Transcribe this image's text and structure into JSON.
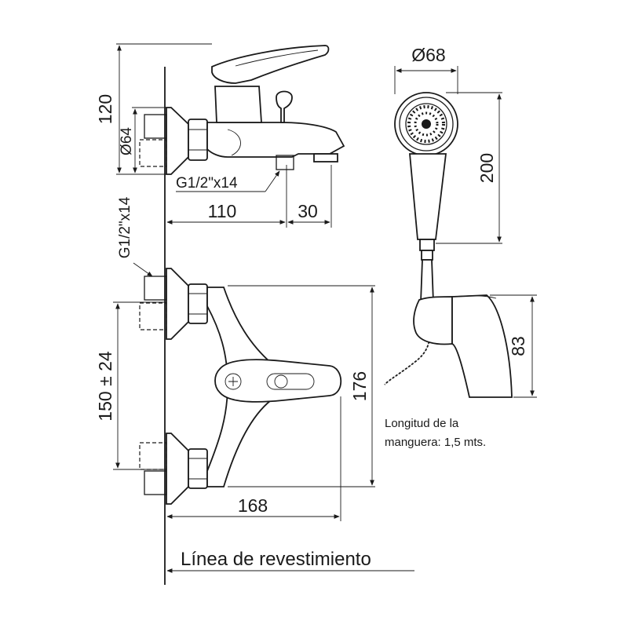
{
  "dimensions": {
    "top_height": "120",
    "top_diameter": "Ø64",
    "inlet_thread_top": "G1/2\"x14",
    "depth_110": "110",
    "depth_30": "30",
    "inlet_thread_side": "G1/2\"x14",
    "center_distance": "150 ± 24",
    "total_height": "176",
    "total_width": "168",
    "shower_diameter": "Ø68",
    "shower_length": "200",
    "holder_height": "83"
  },
  "note": {
    "line1": "Longitud de la",
    "line2": "manguera: 1,5 mts."
  },
  "caption": "Línea de revestimiento"
}
